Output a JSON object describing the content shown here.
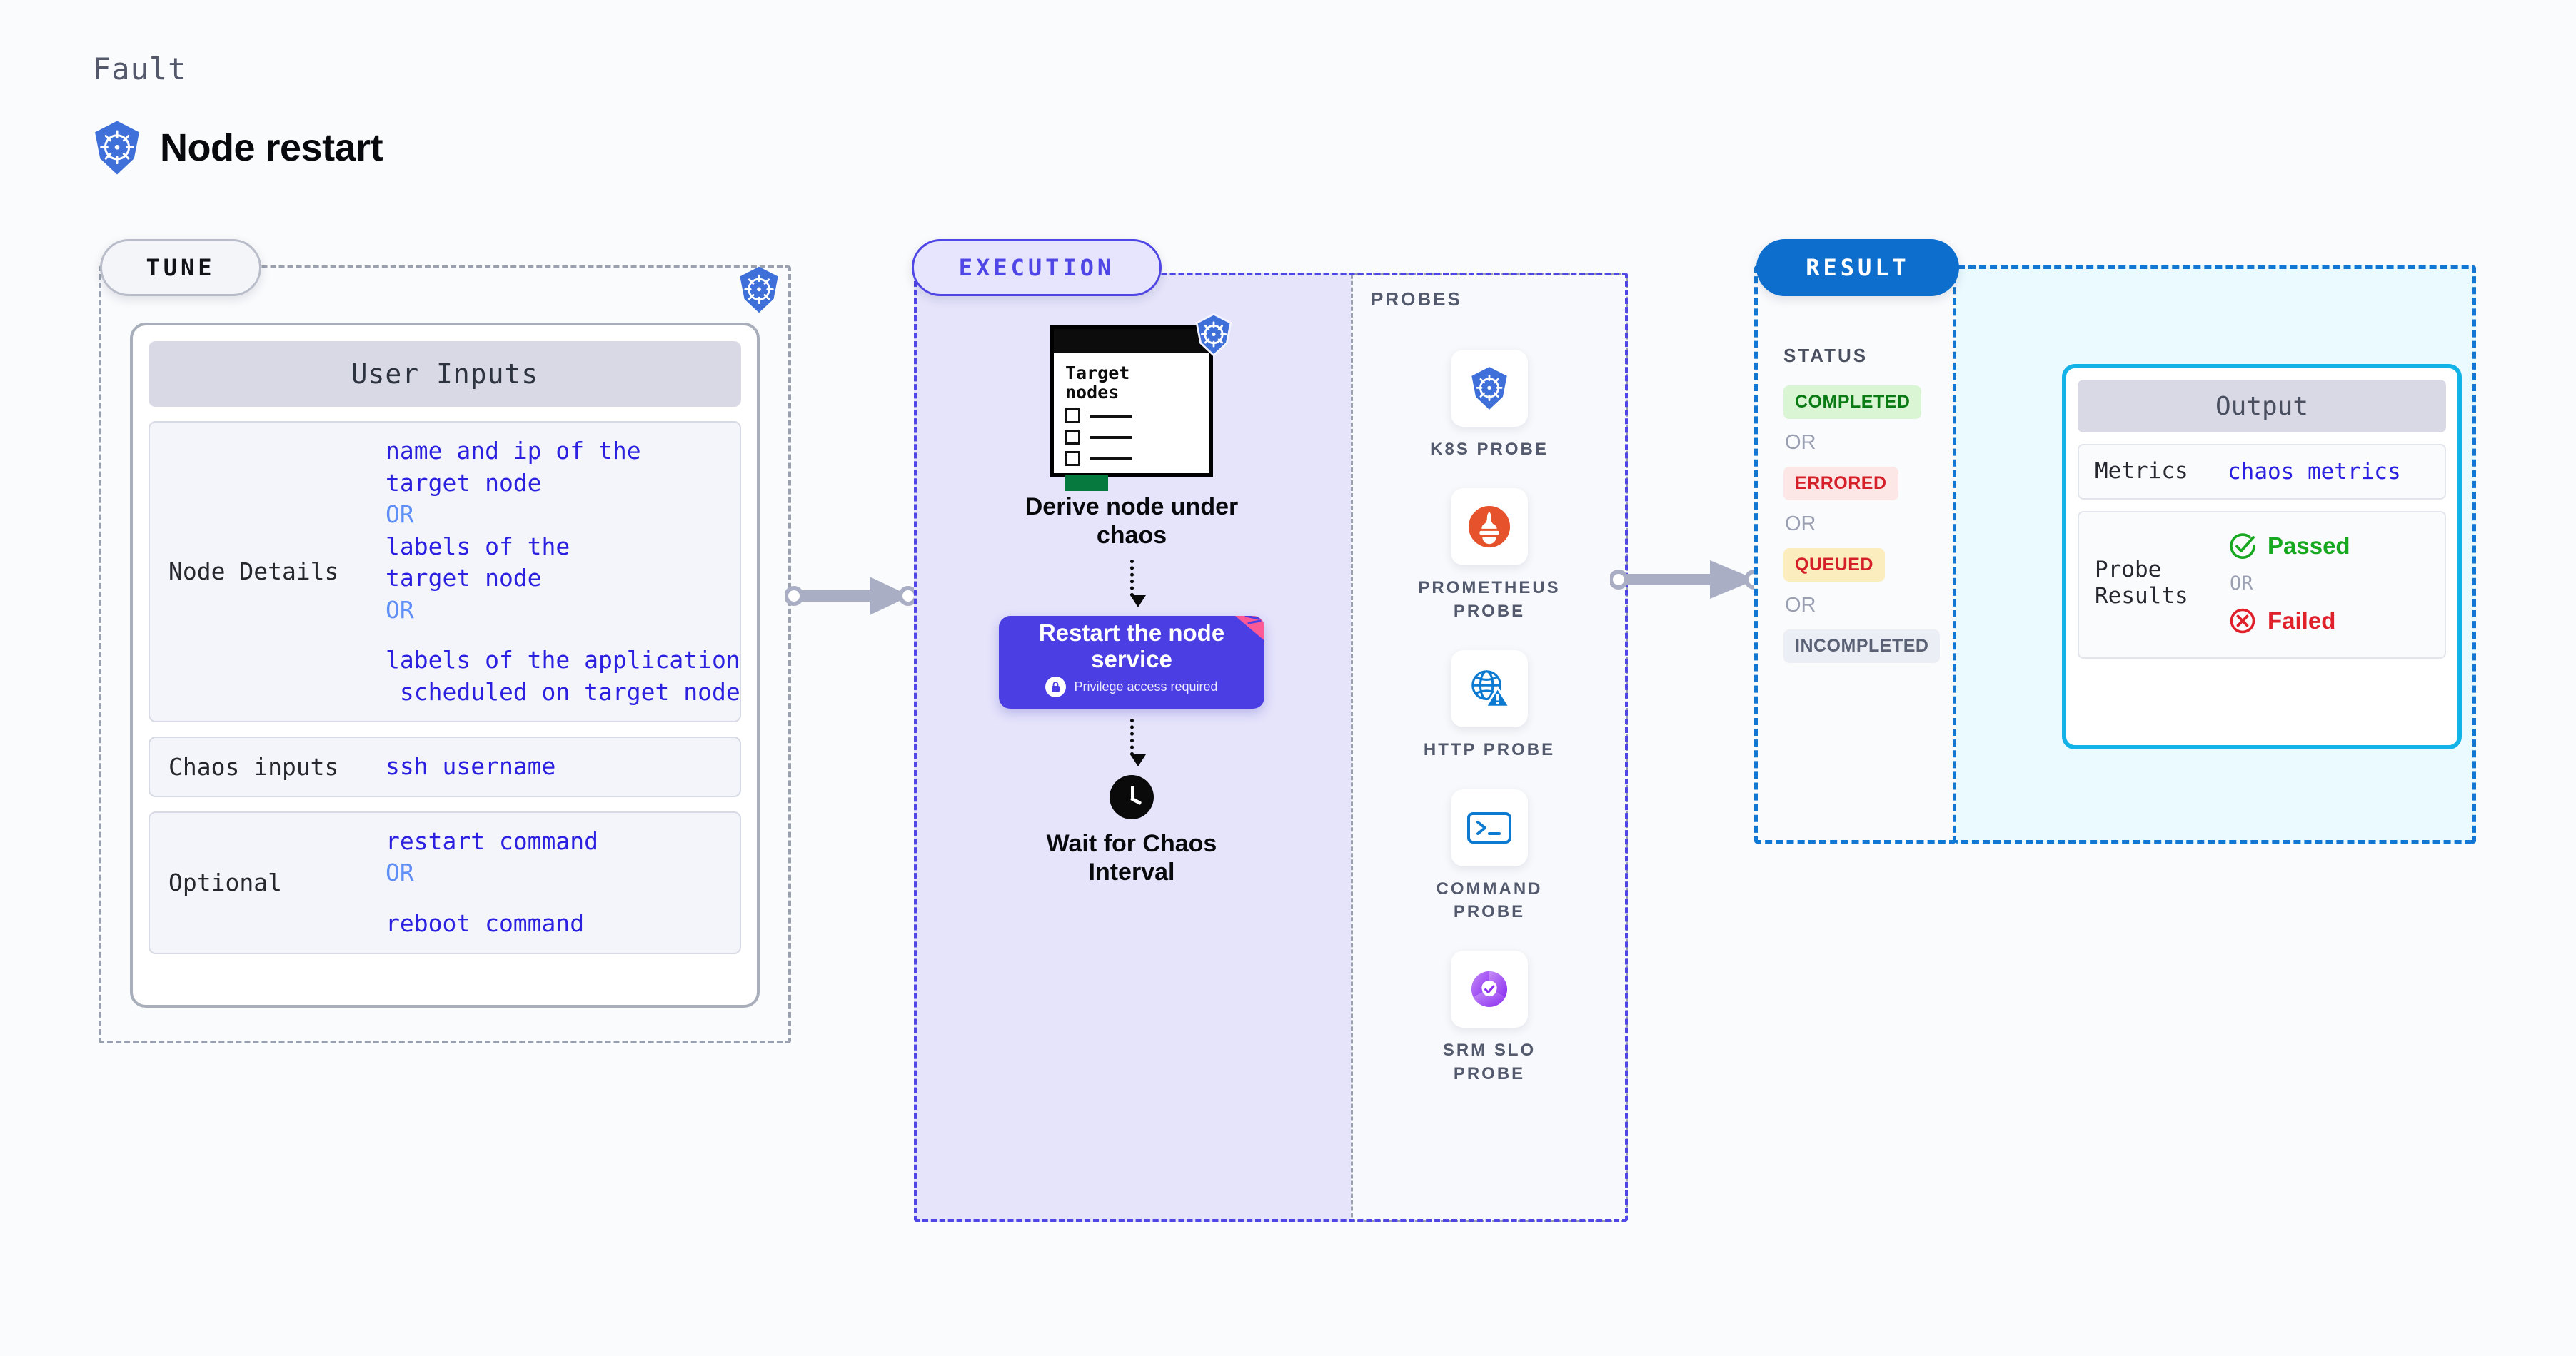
{
  "header": {
    "eyebrow": "Fault",
    "title": "Node restart",
    "icon": "kubernetes-icon"
  },
  "colors": {
    "tune_accent": "#b9bcc9",
    "execution_accent": "#4f46e5",
    "result_accent": "#0d6ecd",
    "output_accent": "#13b3e8",
    "value_blue": "#2b20e0",
    "or_blue": "#5e8ef7",
    "passed_green": "#17a820",
    "failed_red": "#e0202a"
  },
  "tune": {
    "pill_label": "TUNE",
    "card_title": "User Inputs",
    "rows": [
      {
        "key": "Node Details",
        "values": [
          {
            "type": "value",
            "text": "name and ip of the\ntarget node"
          },
          {
            "type": "or",
            "text": "OR"
          },
          {
            "type": "value",
            "text": "labels of the\ntarget node"
          },
          {
            "type": "or",
            "text": "OR"
          },
          {
            "type": "spacer",
            "text": ""
          },
          {
            "type": "value",
            "text": "labels of the application\n scheduled on target node"
          }
        ]
      },
      {
        "key": "Chaos inputs",
        "values": [
          {
            "type": "value",
            "text": "ssh username"
          }
        ]
      },
      {
        "key": "Optional",
        "values": [
          {
            "type": "value",
            "text": "restart command"
          },
          {
            "type": "or",
            "text": "OR"
          },
          {
            "type": "spacer",
            "text": ""
          },
          {
            "type": "value",
            "text": "reboot command"
          }
        ]
      }
    ]
  },
  "execution": {
    "pill_label": "EXECUTION",
    "target_card": {
      "title": "Target\nnodes",
      "icon": "kubernetes-icon",
      "checkbox_rows": 3
    },
    "steps": [
      {
        "id": "derive",
        "label": "Derive node under\nchaos"
      },
      {
        "id": "restart",
        "label": "Restart the node\nservice",
        "sublabel": "Privilege access required",
        "sub_icon": "lock-icon"
      },
      {
        "id": "wait",
        "label": "Wait for Chaos\nInterval",
        "icon": "clock-icon"
      }
    ],
    "probes": {
      "title": "PROBES",
      "items": [
        {
          "label": "K8S PROBE",
          "icon": "kubernetes-icon"
        },
        {
          "label": "PROMETHEUS\nPROBE",
          "icon": "prometheus-icon"
        },
        {
          "label": "HTTP PROBE",
          "icon": "http-globe-warning-icon"
        },
        {
          "label": "COMMAND\nPROBE",
          "icon": "terminal-icon"
        },
        {
          "label": "SRM SLO\nPROBE",
          "icon": "srm-slo-icon"
        }
      ]
    }
  },
  "result": {
    "pill_label": "RESULT",
    "status_title": "STATUS",
    "or_label": "OR",
    "statuses": [
      {
        "label": "COMPLETED",
        "variant": "completed"
      },
      {
        "label": "ERRORED",
        "variant": "errored"
      },
      {
        "label": "QUEUED",
        "variant": "queued"
      },
      {
        "label": "INCOMPLETED",
        "variant": "incompleted"
      }
    ],
    "output": {
      "title": "Output",
      "rows": [
        {
          "key": "Metrics",
          "value": "chaos metrics"
        },
        {
          "key": "Probe\nResults",
          "passed": "Passed",
          "or_label": "OR",
          "failed": "Failed"
        }
      ]
    }
  }
}
